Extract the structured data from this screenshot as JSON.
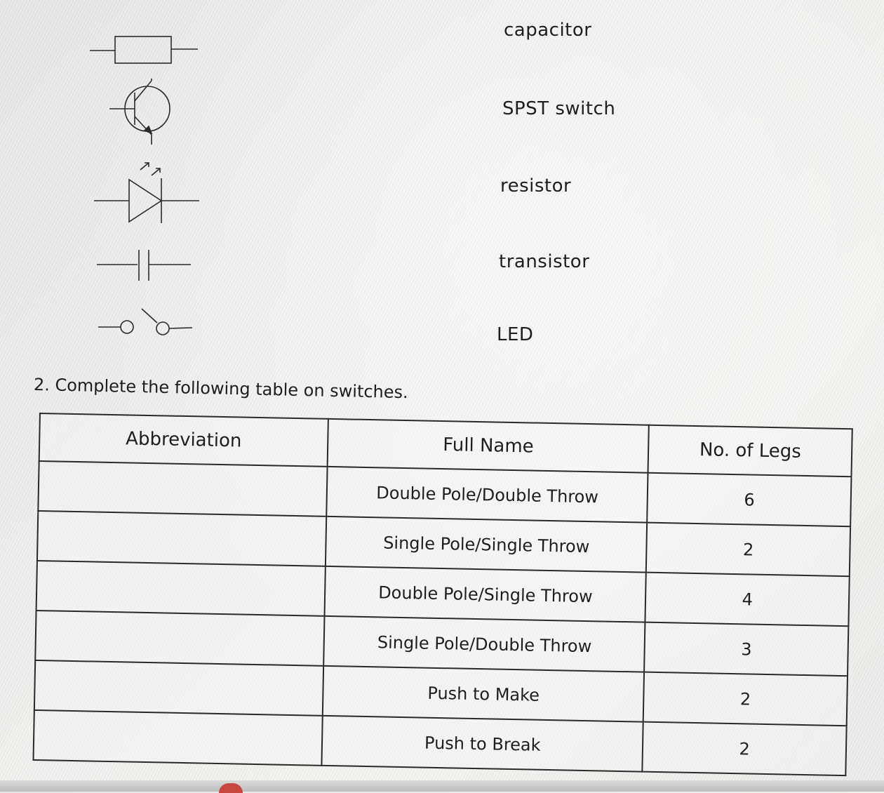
{
  "symbol_labels": [
    "capacitor",
    "SPST switch",
    "resistor",
    "transistor",
    "LED"
  ],
  "symbols": [
    {
      "icon": "resistor-symbol-icon"
    },
    {
      "icon": "transistor-symbol-icon"
    },
    {
      "icon": "led-symbol-icon"
    },
    {
      "icon": "capacitor-symbol-icon"
    },
    {
      "icon": "spst-switch-symbol-icon"
    }
  ],
  "question": "2. Complete the following table on switches.",
  "table": {
    "headers": [
      "Abbreviation",
      "Full Name",
      "No. of Legs"
    ],
    "rows": [
      {
        "abbreviation": "",
        "full_name": "Double Pole/Double Throw",
        "legs": "6"
      },
      {
        "abbreviation": "",
        "full_name": "Single Pole/Single Throw",
        "legs": "2"
      },
      {
        "abbreviation": "",
        "full_name": "Double Pole/Single Throw",
        "legs": "4"
      },
      {
        "abbreviation": "",
        "full_name": "Single Pole/Double Throw",
        "legs": "3"
      },
      {
        "abbreviation": "",
        "full_name": "Push to Make",
        "legs": "2"
      },
      {
        "abbreviation": "",
        "full_name": "Push to Break",
        "legs": "2"
      }
    ]
  }
}
